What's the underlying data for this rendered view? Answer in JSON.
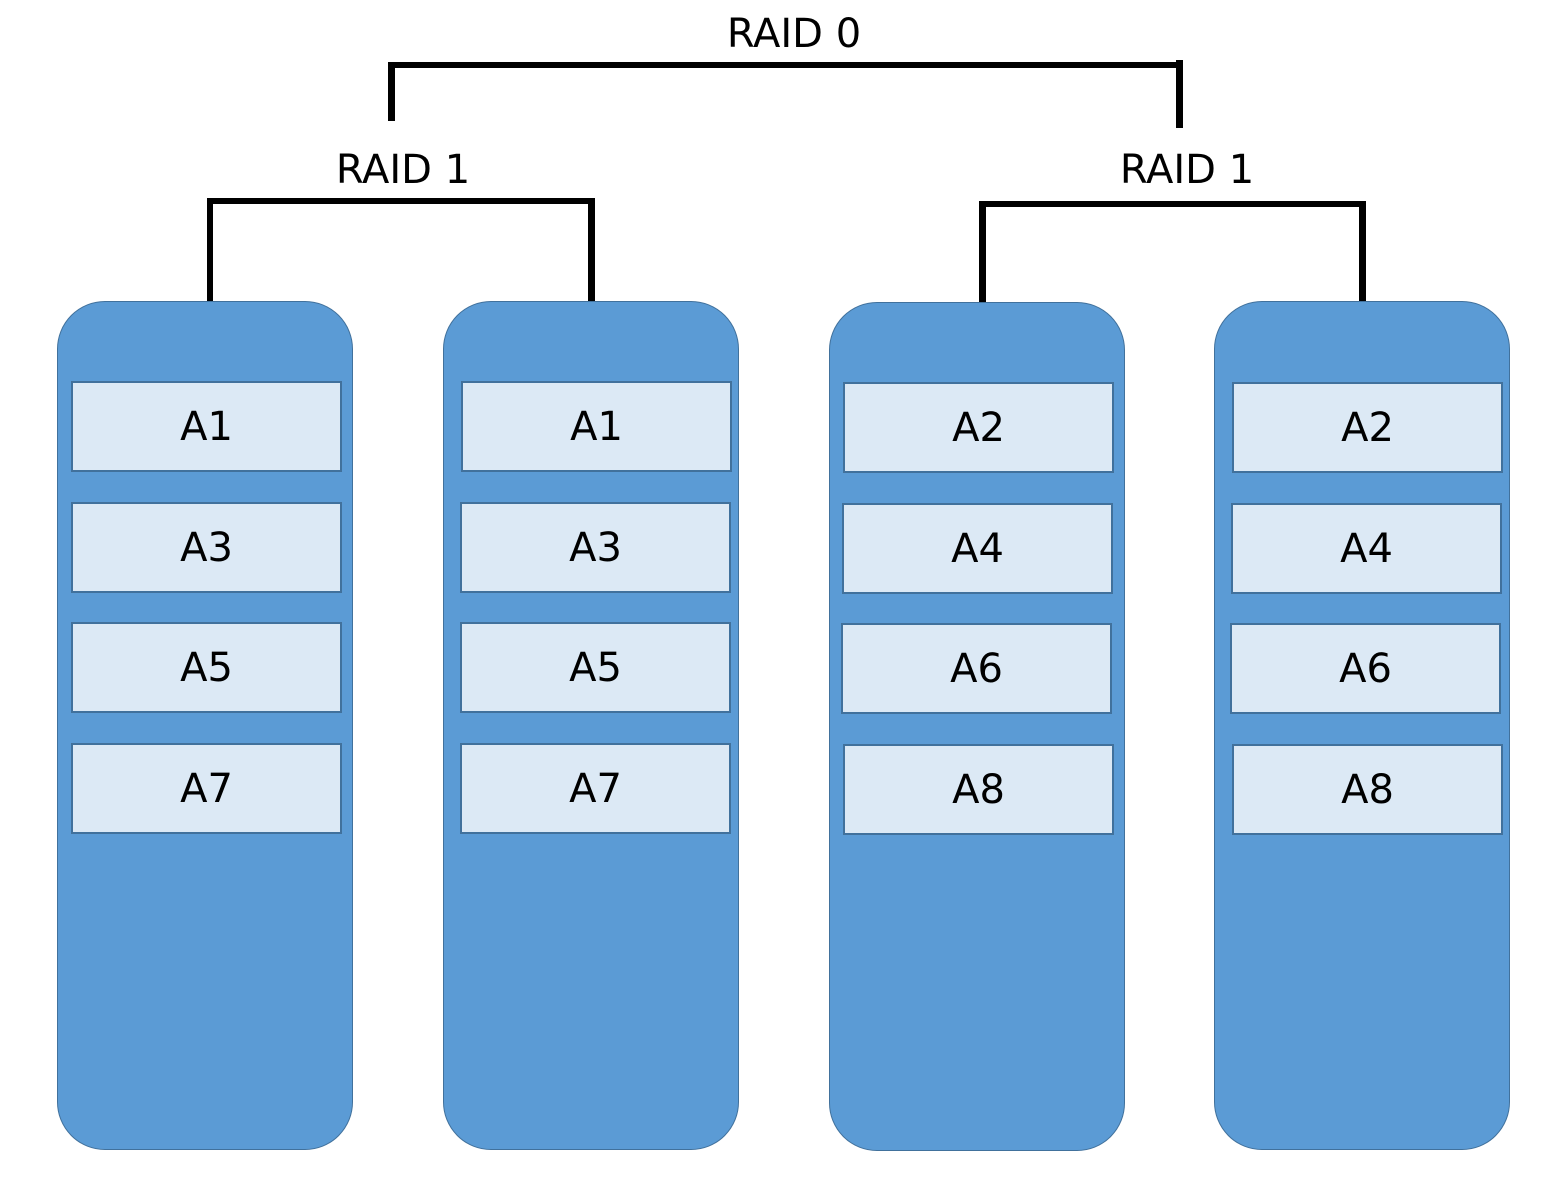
{
  "raid0": {
    "label": "RAID 0"
  },
  "mirrors": [
    {
      "label": "RAID 1"
    },
    {
      "label": "RAID 1"
    }
  ],
  "disks": [
    {
      "blocks": [
        "A1",
        "A3",
        "A5",
        "A7"
      ]
    },
    {
      "blocks": [
        "A1",
        "A3",
        "A5",
        "A7"
      ]
    },
    {
      "blocks": [
        "A2",
        "A4",
        "A6",
        "A8"
      ]
    },
    {
      "blocks": [
        "A2",
        "A4",
        "A6",
        "A8"
      ]
    }
  ],
  "colors": {
    "disk_fill": "#5b9bd5",
    "disk_border": "#41719c",
    "block_fill": "#dce9f5",
    "block_border": "#41719c",
    "connector": "#000000"
  }
}
